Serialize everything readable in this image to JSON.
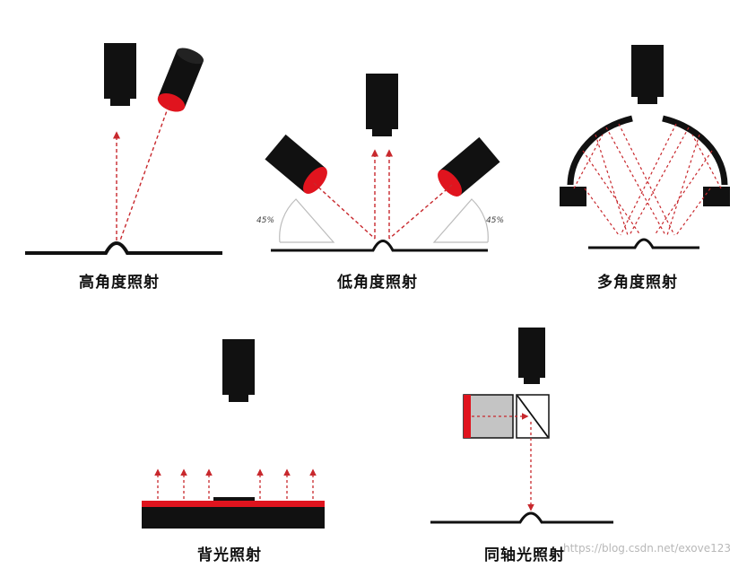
{
  "labels": {
    "high_angle": "高角度照射",
    "low_angle": "低角度照射",
    "multi_angle": "多角度照射",
    "backlight": "背光照射",
    "coaxial": "同轴光照射"
  },
  "angle_marks": {
    "left": "45%",
    "right": "45%"
  },
  "watermark": "https://blog.csdn.net/exove123",
  "icons": {
    "camera": "camera-icon",
    "light": "light-source-icon",
    "mirror": "half-mirror-icon"
  },
  "colors": {
    "body": "#111111",
    "light_red": "#e0141e",
    "ray": "#c8282d",
    "coaxial_box": "#c4c4c4",
    "protractor": "#bcbcbc"
  }
}
